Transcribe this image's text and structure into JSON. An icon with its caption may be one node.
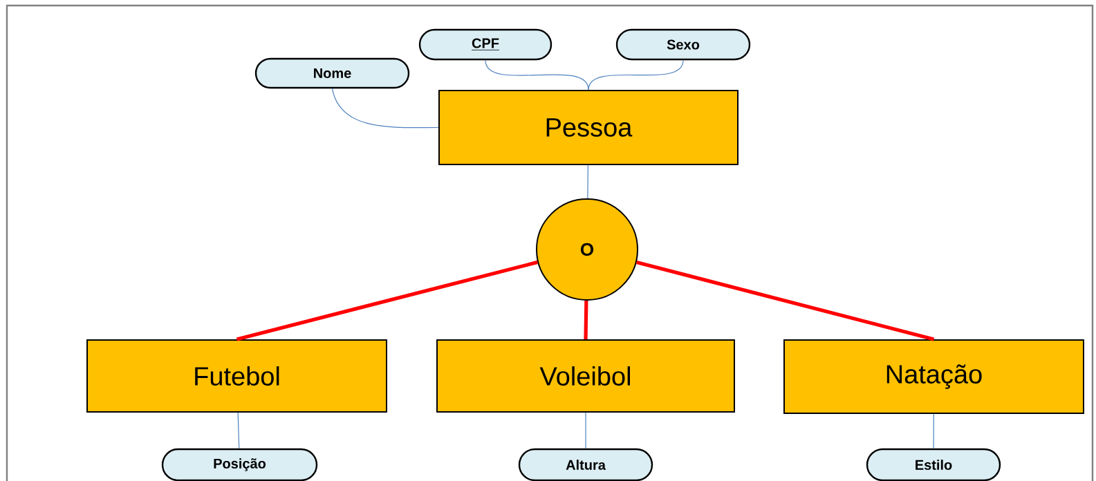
{
  "diagram": {
    "nodes": [
      {
        "text": [
          "Pessoa"
        ]
      },
      {
        "text": [
          "CPF"
        ]
      },
      {
        "text": [
          "Sexo"
        ]
      },
      {
        "text": [
          "Nome"
        ]
      },
      {
        "text": [
          "O"
        ]
      },
      {
        "text": [
          "Futebol"
        ]
      },
      {
        "text": [
          "Voleibol"
        ]
      },
      {
        "text": [
          "Natação"
        ]
      },
      {
        "text": [
          "Posição"
        ]
      },
      {
        "text": [
          "Altura"
        ]
      },
      {
        "text": [
          "Estilo"
        ]
      }
    ],
    "edges": [
      {
        "from": 1,
        "to": 0,
        "arrow": "none"
      },
      {
        "from": 2,
        "to": 0,
        "arrow": "none"
      },
      {
        "from": 3,
        "to": 0,
        "arrow": "none"
      },
      {
        "from": 0,
        "to": 4,
        "arrow": "none"
      },
      {
        "from": 4,
        "to": 5,
        "arrow": "none",
        "style": "thick",
        "color": "#ff0000"
      },
      {
        "from": 4,
        "to": 6,
        "arrow": "none",
        "style": "thick",
        "color": "#ff0000"
      },
      {
        "from": 4,
        "to": 7,
        "arrow": "none",
        "style": "thick",
        "color": "#ff0000"
      },
      {
        "from": 5,
        "to": 8,
        "arrow": "none"
      },
      {
        "from": 6,
        "to": 9,
        "arrow": "none"
      },
      {
        "from": 7,
        "to": 10,
        "arrow": "none"
      }
    ]
  }
}
